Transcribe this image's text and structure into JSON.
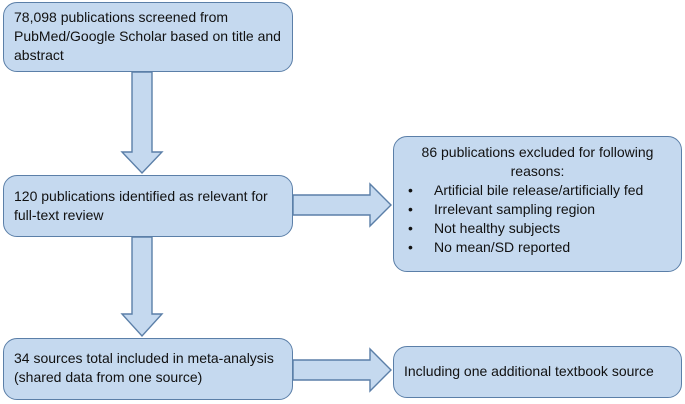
{
  "boxes": {
    "screened": "78,098 publications screened from PubMed/Google Scholar based on title and abstract",
    "relevant": "120 publications identified as relevant for full-text review",
    "included": "34 sources total included in meta-analysis (shared data from one source)",
    "excluded_header": "86 publications excluded for following reasons:",
    "excluded_reasons": [
      "Artificial bile release/artificially fed",
      "Irrelevant sampling region",
      "Not healthy subjects",
      "No mean/SD reported"
    ],
    "textbook": "Including one additional textbook source"
  },
  "colors": {
    "box_fill": "#c5d9ef",
    "box_border": "#5b7fa8"
  }
}
